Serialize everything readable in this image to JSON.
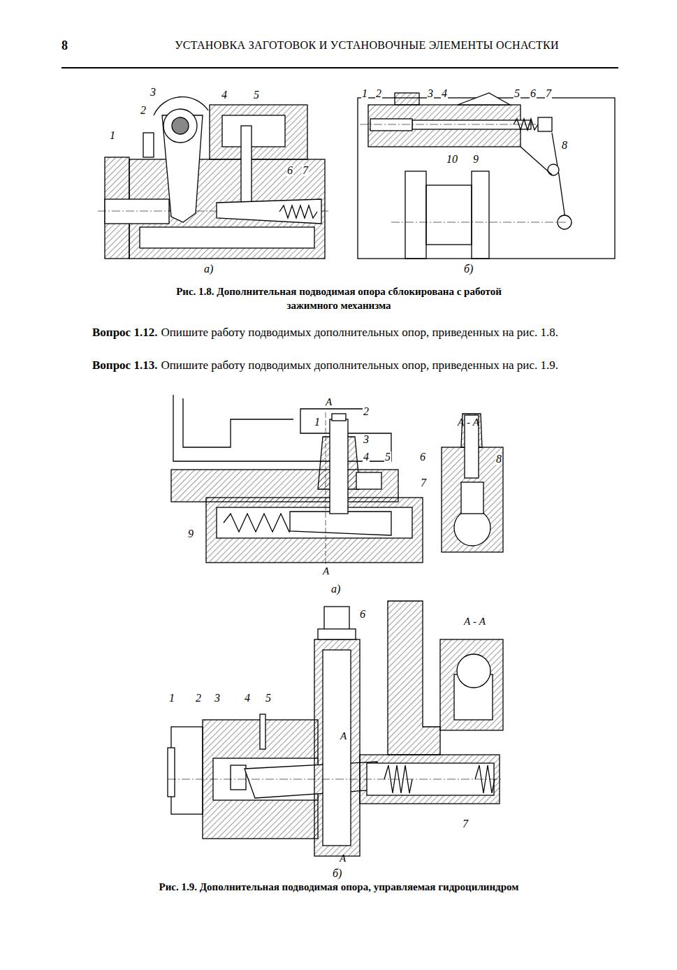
{
  "diagram": {
    "labels": [
      "8",
      "УСТАНОВКА ЗАГОТОВОК И УСТАНОВОЧНЫЕ ЭЛЕМЕНТЫ ОСНАСТКИ",
      "3",
      "2",
      "4",
      "5",
      "1",
      "6",
      "7",
      "а)",
      "1",
      "2",
      "3",
      "4",
      "5",
      "6",
      "7",
      "8",
      "10",
      "9",
      "б)",
      "Рис. 1.8. Дополнительная подводимая опора сблокирована с работой зажимного механизма",
      "Вопрос 1.12.",
      "Опишите работу подводимых дополнительных опор, приведенных на рис. 1.8.",
      "Вопрос 1.13.",
      "Опишите работу подводимых дополнительных опор, приведенных на рис. 1.9.",
      "А",
      "2",
      "1",
      "3",
      "4",
      "5",
      "А - А",
      "6",
      "8",
      "7",
      "9",
      "А",
      "а)",
      "6",
      "А - А",
      "1",
      "2",
      "3",
      "4",
      "5",
      "А",
      "7",
      "А",
      "б)",
      "Рис. 1.9. Дополнительная подводимая опора, управляемая гидроцилиндром"
    ]
  }
}
